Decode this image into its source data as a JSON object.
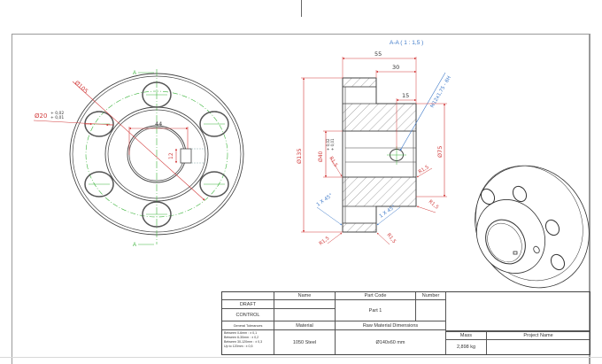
{
  "colors": {
    "outline": "#444444",
    "dimension": "#d23c3c",
    "centerline": "#3cb43c",
    "note": "#3c78c8",
    "hatch": "#555555",
    "border": "#9a9a9a"
  },
  "front_view": {
    "section_marker_top": "A",
    "section_marker_bottom": "A",
    "dim_hole": "Ø20",
    "dim_hole_tol_upper": "+ 0,02",
    "dim_hole_tol_lower": "+ 0,01",
    "dim_pcd": "Ø105",
    "dim_keyway_width": "44",
    "dim_keyway_depth": "12"
  },
  "section_view": {
    "title": "A-A ( 1 : 1,5 )",
    "dim_overall_length": "55",
    "dim_flange_length": "30",
    "dim_thread_offset": "15",
    "thread_note": "M12x1,75 - 6H",
    "dim_outer_diameter": "Ø135",
    "dim_bore": "Ø40",
    "dim_bore_tol_upper": "+ 0,02",
    "dim_bore_tol_lower": "+ 0,01",
    "dim_hub_diameter": "Ø75",
    "radius_labels": [
      "R1,5",
      "R1,5",
      "R1,5",
      "R1,5",
      "R1,5"
    ],
    "chamfer_left": "1 X 45°",
    "chamfer_right": "1 X 45°"
  },
  "title_block": {
    "header_name": "Name",
    "header_part_code": "Part Code",
    "header_number": "Number",
    "row_draft": "DRAFT",
    "row_control": "CONTROL",
    "part_code_value": "Part 1",
    "general_tolerances_label": "General Tolerances",
    "material_label": "Material",
    "raw_material_label": "Raw Material Dimensions",
    "tolerances": [
      "Between 0-6mm : ± 0,1",
      "Between 6-30mm : ± 0,2",
      "Between 30-120mm : ± 0,3",
      "Up to 120mm : ± 0,5"
    ],
    "material_value": "1050 Steel",
    "raw_material_value": "Ø140x60 mm",
    "mass_label": "Mass",
    "mass_value": "2,898 kg",
    "project_name_label": "Project Name",
    "project_name_value": ""
  }
}
